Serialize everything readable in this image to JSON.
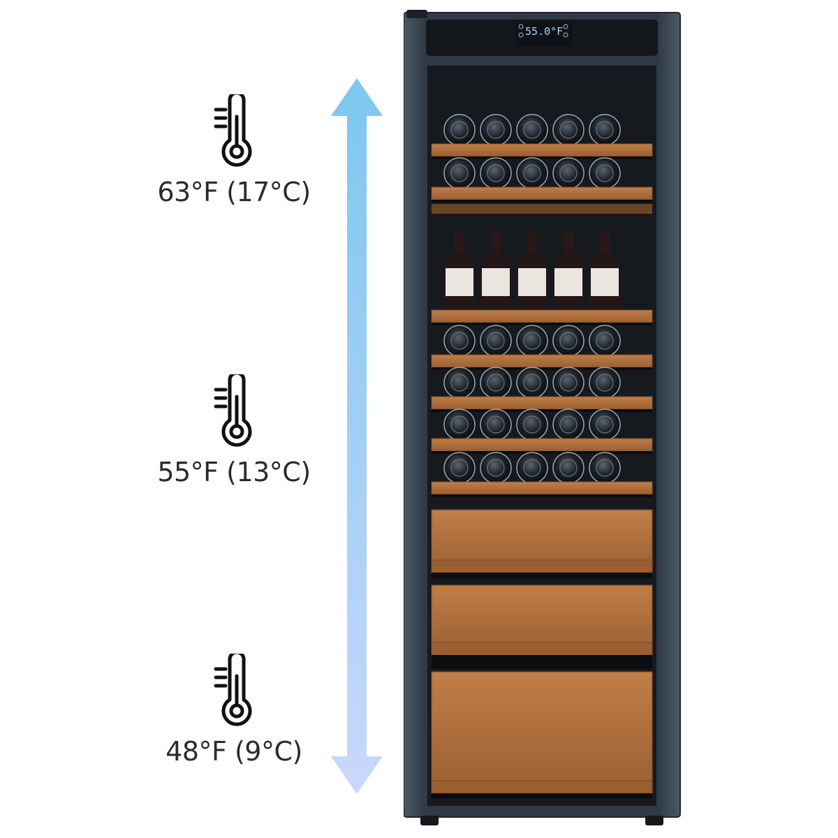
{
  "colors": {
    "arrow_top": "#7cc7ee",
    "arrow_bottom": "#c9d8fb",
    "cabinet": "#2f3a46",
    "cabinet_edge": "#4b5866",
    "wood": "#b0703e",
    "wood_dark": "#8a552c",
    "interior": "#161a1f",
    "text": "#2b2b2b"
  },
  "temperatures": [
    {
      "label": "63°F (17°C)",
      "icon": "thermometer-icon"
    },
    {
      "label": "55°F (13°C)",
      "icon": "thermometer-icon"
    },
    {
      "label": "48°F (9°C)",
      "icon": "thermometer-icon"
    }
  ],
  "display": {
    "temperature": "55.0°F"
  },
  "arrow": {
    "icon": "double-arrow-vertical"
  }
}
